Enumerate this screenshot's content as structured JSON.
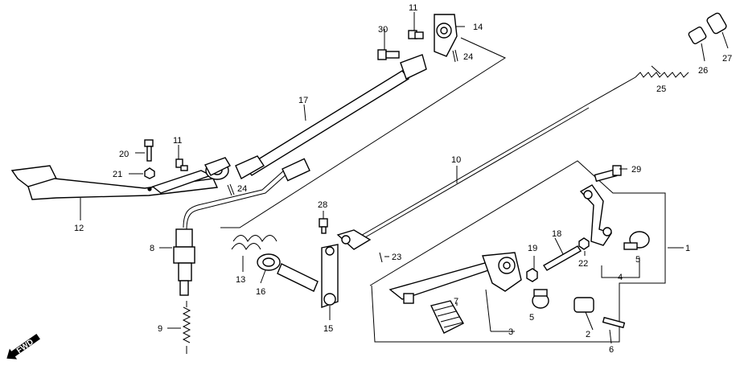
{
  "diagram": {
    "direction_label": "FWD",
    "callouts": {
      "c1": "1",
      "c2": "2",
      "c3": "3",
      "c4": "4",
      "c5a": "5",
      "c5b": "5",
      "c6": "6",
      "c7": "7",
      "c8": "8",
      "c9": "9",
      "c10": "10",
      "c11a": "11",
      "c11b": "11",
      "c12": "12",
      "c13": "13",
      "c14": "14",
      "c15": "15",
      "c16": "16",
      "c17": "17",
      "c18": "18",
      "c19": "19",
      "c20": "20",
      "c21": "21",
      "c22": "22",
      "c23": "23",
      "c24a": "24",
      "c24b": "24",
      "c25": "25",
      "c26": "26",
      "c27": "27",
      "c28": "28",
      "c29": "29",
      "c30": "30"
    }
  }
}
